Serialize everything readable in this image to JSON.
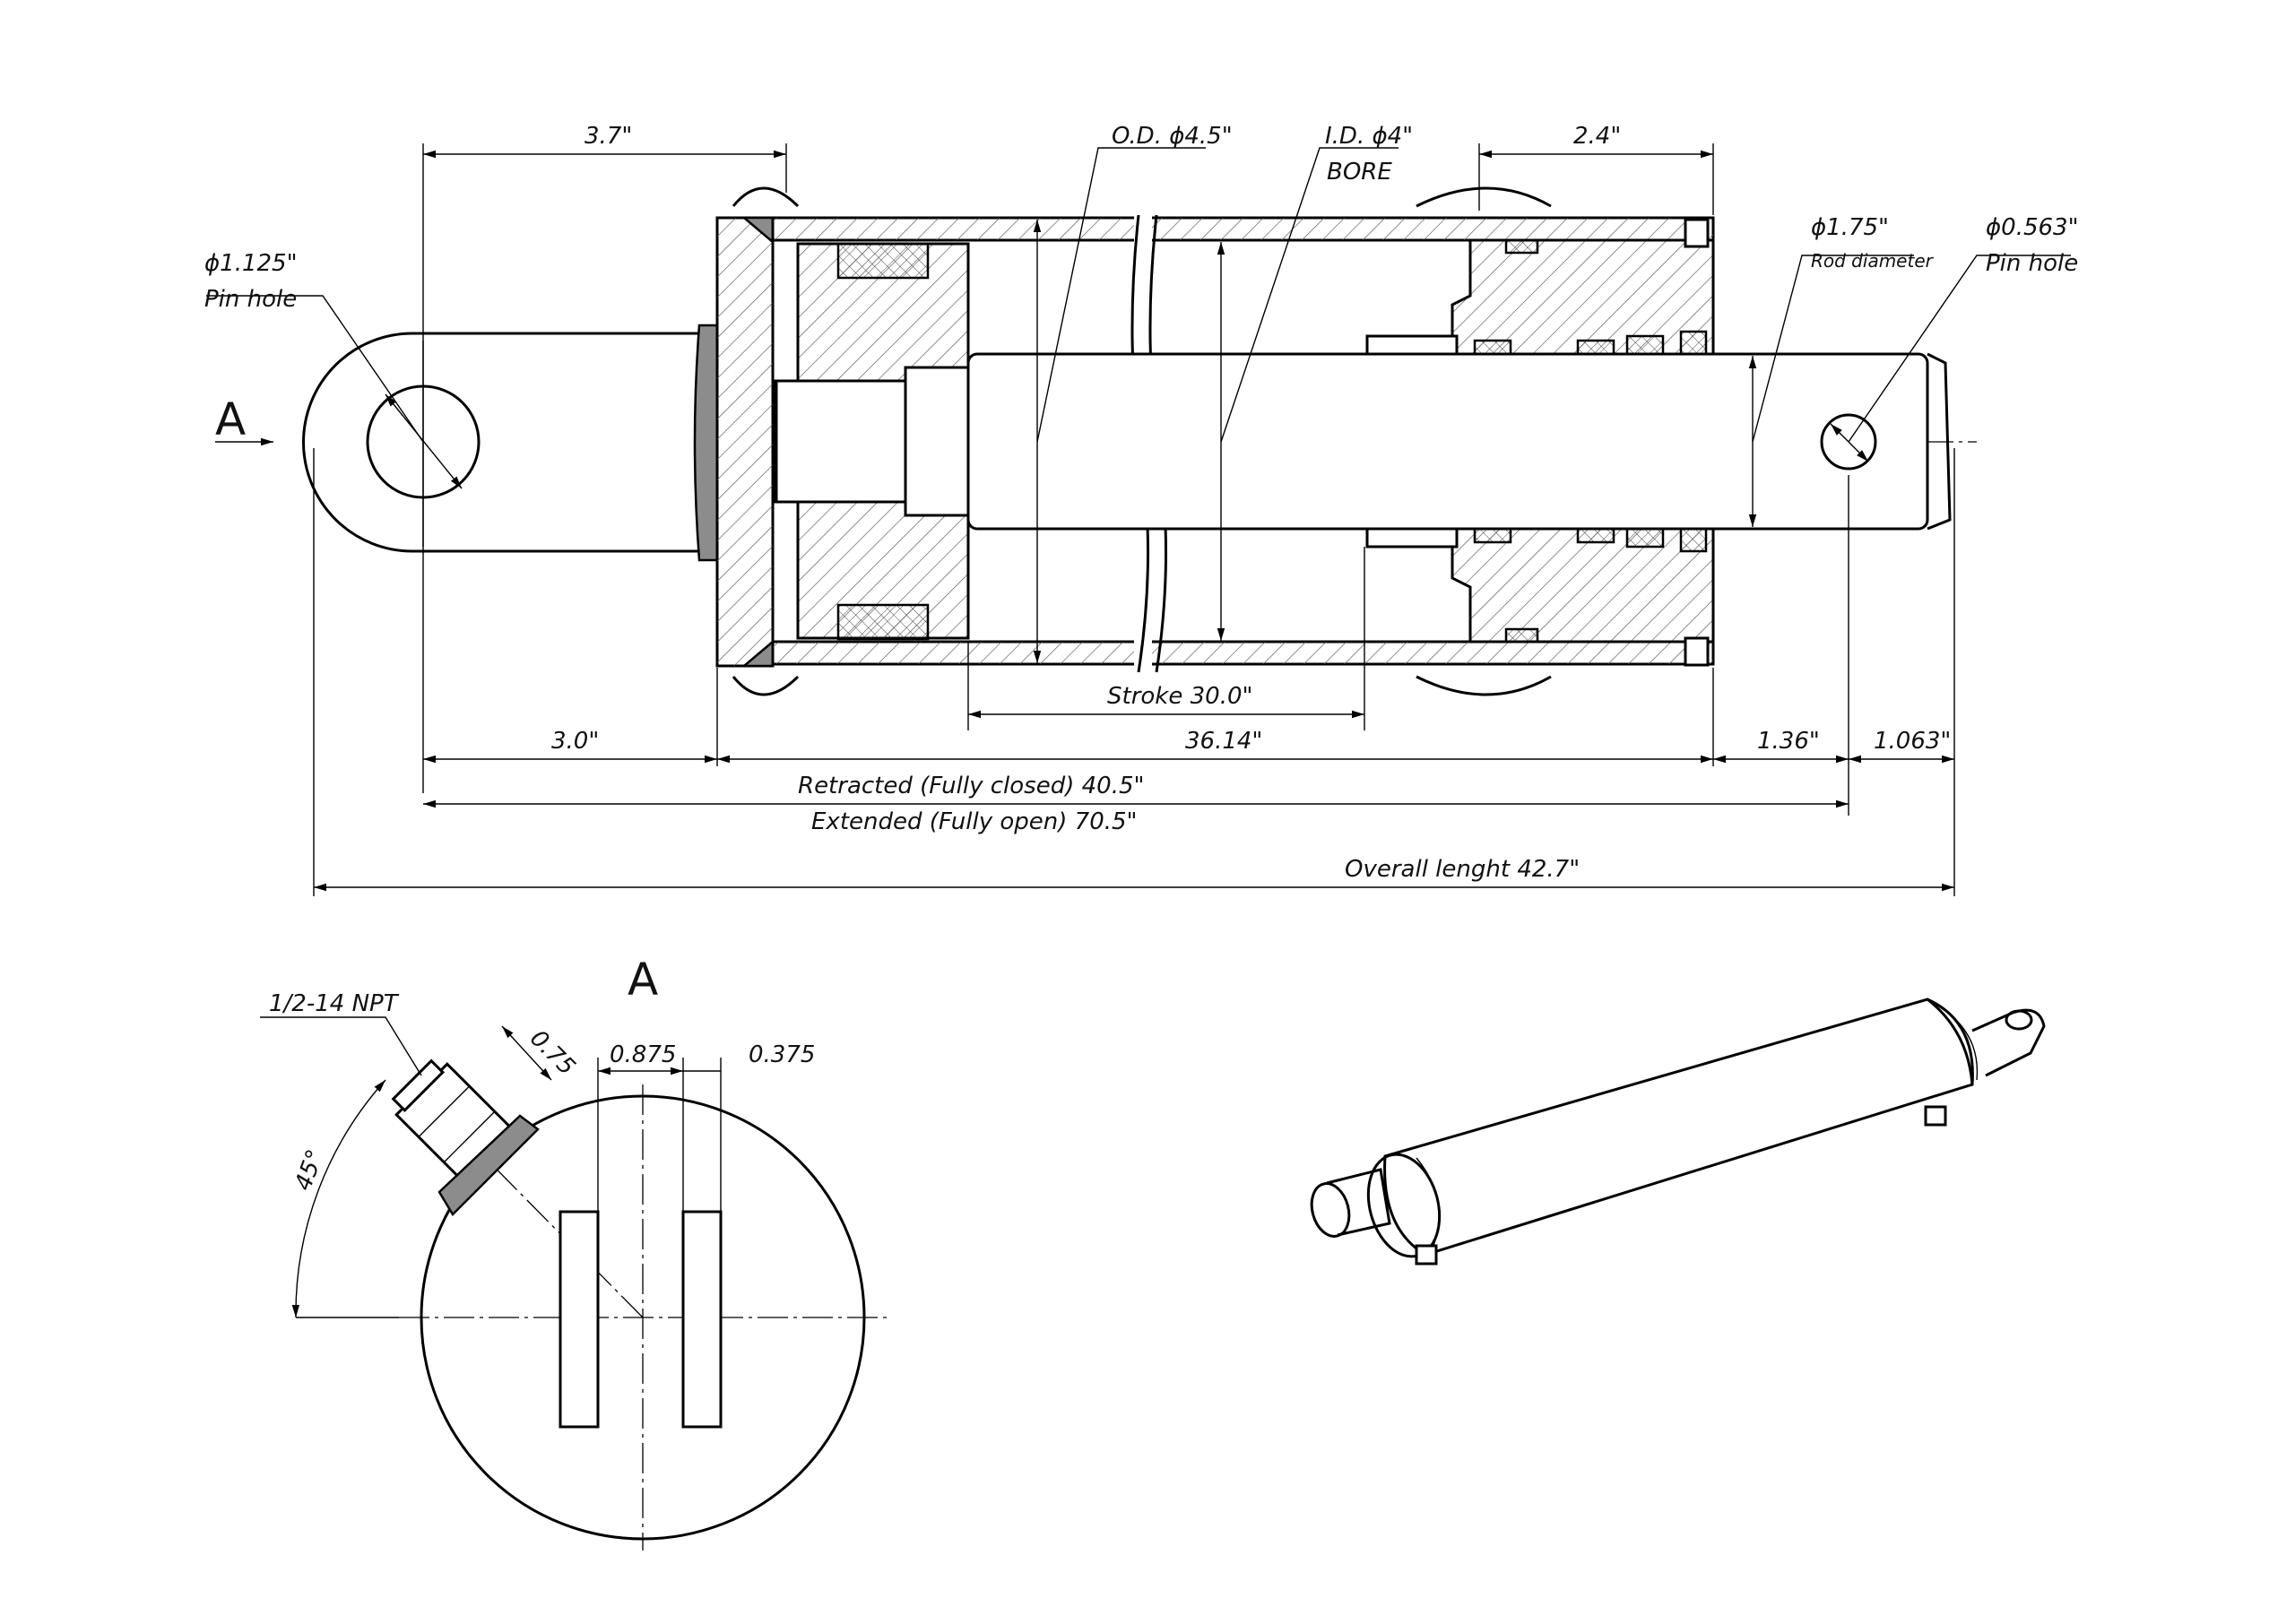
{
  "section_marker": "A",
  "view_label": "A",
  "dims": {
    "eye_to_head": "3.7\"",
    "od": "O.D. ϕ4.5\"",
    "id": "I.D. ϕ4\"",
    "bore": "BORE",
    "gland_len": "2.4\"",
    "rod_dia": "ϕ1.75\"",
    "rod_dia_note": "Rod diameter",
    "rod_pin": "ϕ0.563\"",
    "rod_pin_note": "Pin hole",
    "base_pin": "ϕ1.125\"",
    "base_pin_note": "Pin hole",
    "stroke": "Stroke 30.0\"",
    "base_len": "3.0\"",
    "barrel_len": "36.14\"",
    "rod_ext": "1.36\"",
    "rod_tip": "1.063\"",
    "retracted": "Retracted (Fully closed) 40.5\"",
    "extended": "Extended (Fully open) 70.5\"",
    "overall": "Overall lenght 42.7\""
  },
  "end_view": {
    "port": "1/2-14 NPT",
    "port_len": "0.75",
    "slot_gap": "0.875",
    "slot_width": "0.375",
    "angle": "45°"
  }
}
